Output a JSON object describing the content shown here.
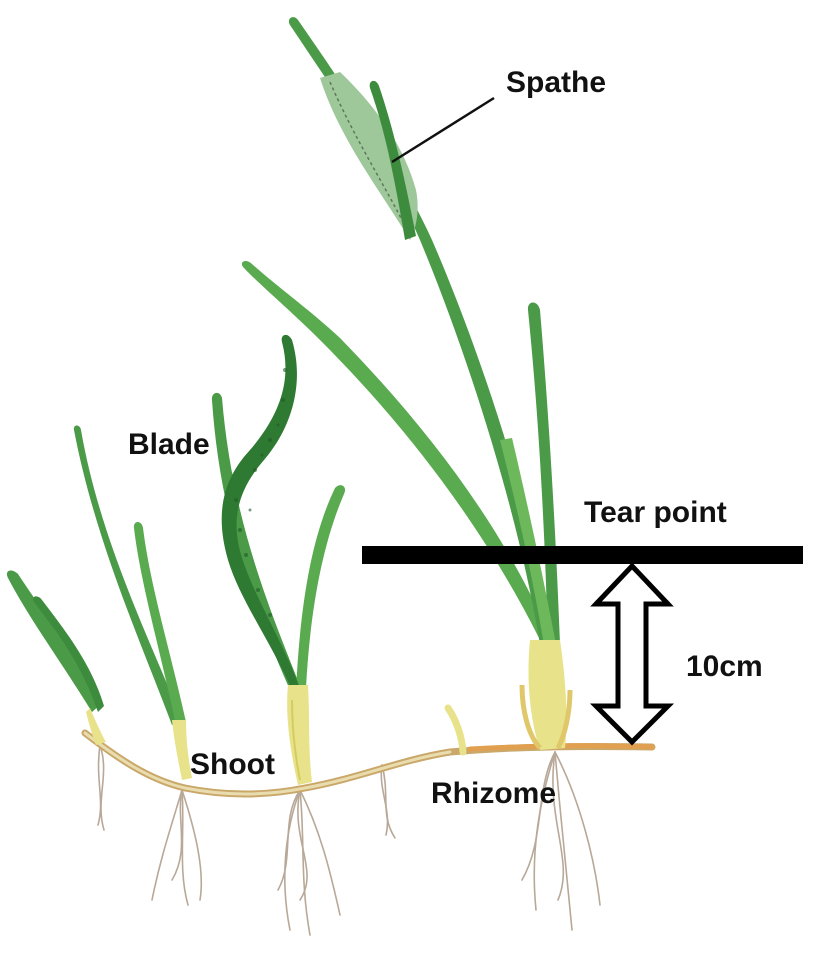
{
  "labels": {
    "spathe": "Spathe",
    "blade": "Blade",
    "tear_point": "Tear point",
    "measurement": "10cm",
    "shoot": "Shoot",
    "rhizome": "Rhizome"
  },
  "colors": {
    "leaf": "#4a9a48",
    "leaf_light": "#6db85a",
    "leaf_dark": "#2f7a32",
    "spathe": "#9ec79a",
    "sheath": "#e8e38a",
    "rhizome": "#c9a86a",
    "rhizome_tip": "#e0a050",
    "root": "#b8a898",
    "tear_bar": "#000000",
    "arrow_fill": "#ffffff",
    "arrow_stroke": "#000000"
  }
}
